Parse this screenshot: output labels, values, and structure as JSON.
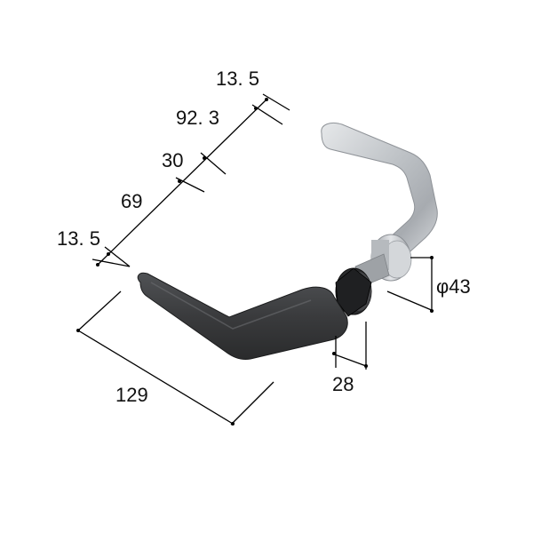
{
  "dimensions": {
    "depth_a": "13. 5",
    "depth_b": "92. 3",
    "depth_c": "30",
    "depth_d": "69",
    "depth_e": "13. 5",
    "lever_length": "129",
    "rose_diameter": "φ43",
    "rose_thickness": "28"
  },
  "colors": {
    "dark_lever": "#3a3b3d",
    "silver_lever": "#c9ccd0",
    "line": "#000000"
  }
}
